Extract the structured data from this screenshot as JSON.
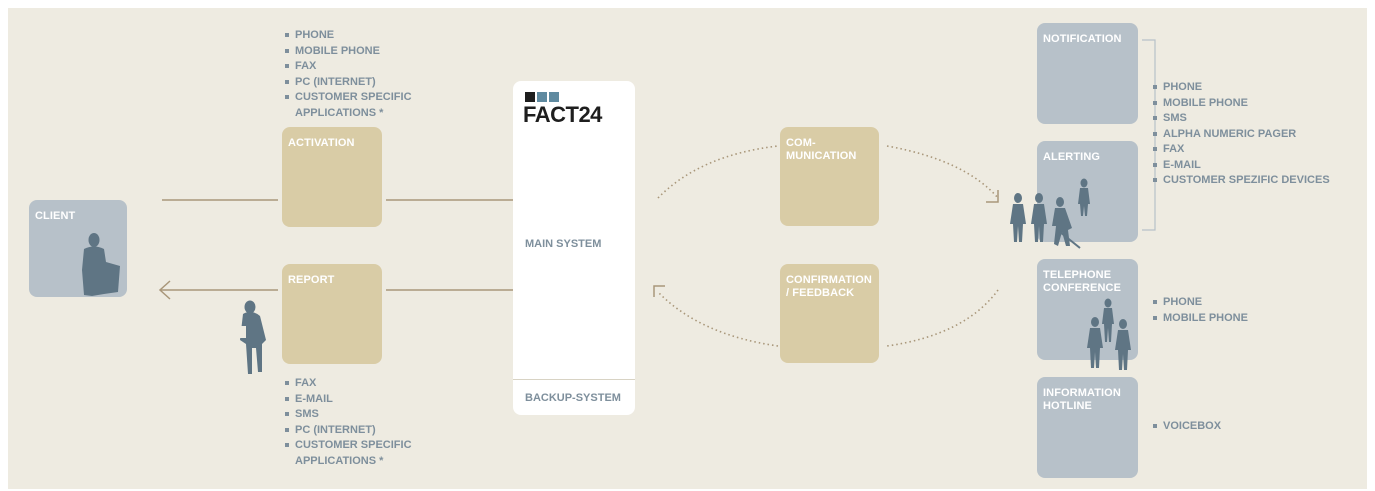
{
  "colors": {
    "background": "#eeebe1",
    "tan_box": "#d9cca6",
    "blue_box": "#b7c1c9",
    "label_gray": "#7e8f9c",
    "line": "#a9977a",
    "silhouette": "#5f7584"
  },
  "logo": {
    "text": "FACT24",
    "squares": [
      "#1e1e1e",
      "#5f8aa0",
      "#5f8aa0"
    ]
  },
  "boxes": {
    "client": "CLIENT",
    "activation": "ACTIVATION",
    "report": "REPORT",
    "main_system": "MAIN SYSTEM",
    "backup_system": "BACKUP-SYSTEM",
    "communication": "COM-\nMUNICATION",
    "confirmation": "CONFIRMATION\n/ FEEDBACK",
    "notification": "NOTIFICATION",
    "alerting": "ALERTING",
    "telephone_conference": "TELEPHONE\nCONFERENCE",
    "information_hotline": "INFORMATION\nHOTLINE"
  },
  "lists": {
    "activation_channels": [
      "PHONE",
      "MOBILE PHONE",
      "FAX",
      "PC (INTERNET)",
      "CUSTOMER SPECIFIC\nAPPLICATIONS *"
    ],
    "report_channels": [
      "FAX",
      "E-MAIL",
      "SMS",
      "PC (INTERNET)",
      "CUSTOMER SPECIFIC\nAPPLICATIONS *"
    ],
    "alerting_channels": [
      "PHONE",
      "MOBILE PHONE",
      "SMS",
      "ALPHA NUMERIC PAGER",
      "FAX",
      "E-MAIL",
      "CUSTOMER SPEZIFIC DEVICES"
    ],
    "conference_channels": [
      "PHONE",
      "MOBILE PHONE"
    ],
    "hotline_channels": [
      "VOICEBOX"
    ]
  }
}
